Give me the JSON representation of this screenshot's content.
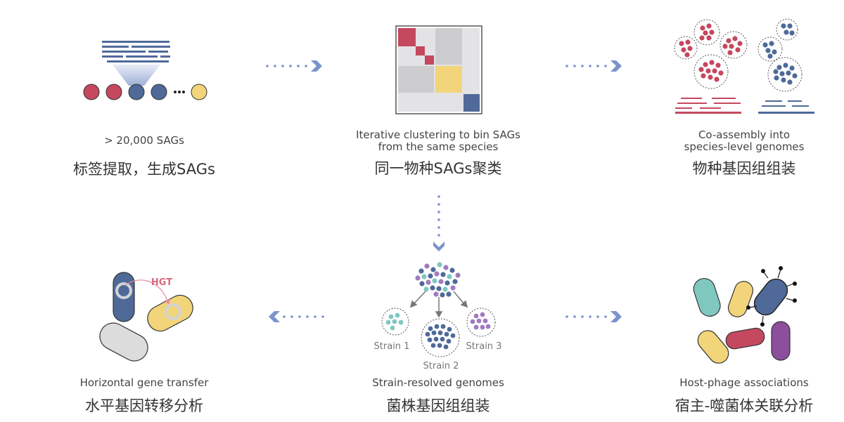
{
  "panels": {
    "p1": {
      "en": "> 20,000 SAGs",
      "zh": "标签提取，生成SAGs"
    },
    "p2": {
      "en_line1": "Iterative clustering to bin SAGs",
      "en_line2": "from the same species",
      "zh": "同一物种SAGs聚类"
    },
    "p3": {
      "en_line1": "Co-assembly into",
      "en_line2": "species-level genomes",
      "zh": "物种基因组组装"
    },
    "p4": {
      "en": "Horizontal gene transfer",
      "zh": "水平基因转移分析",
      "hgt_label": "HGT"
    },
    "p5": {
      "en": "Strain-resolved genomes",
      "zh": "菌株基因组组装",
      "strains": [
        "Strain 1",
        "Strain 2",
        "Strain 3"
      ]
    },
    "p6": {
      "en": "Host-phage associations",
      "zh": "宿主-噬菌体关联分析"
    }
  },
  "colors": {
    "red": "#c4485e",
    "blue": "#4f6a99",
    "yellow": "#f2d57a",
    "teal": "#7fc8c0",
    "purple": "#a07bbf",
    "arrow": "#7b93cc",
    "gray": "#d3d3d6"
  }
}
